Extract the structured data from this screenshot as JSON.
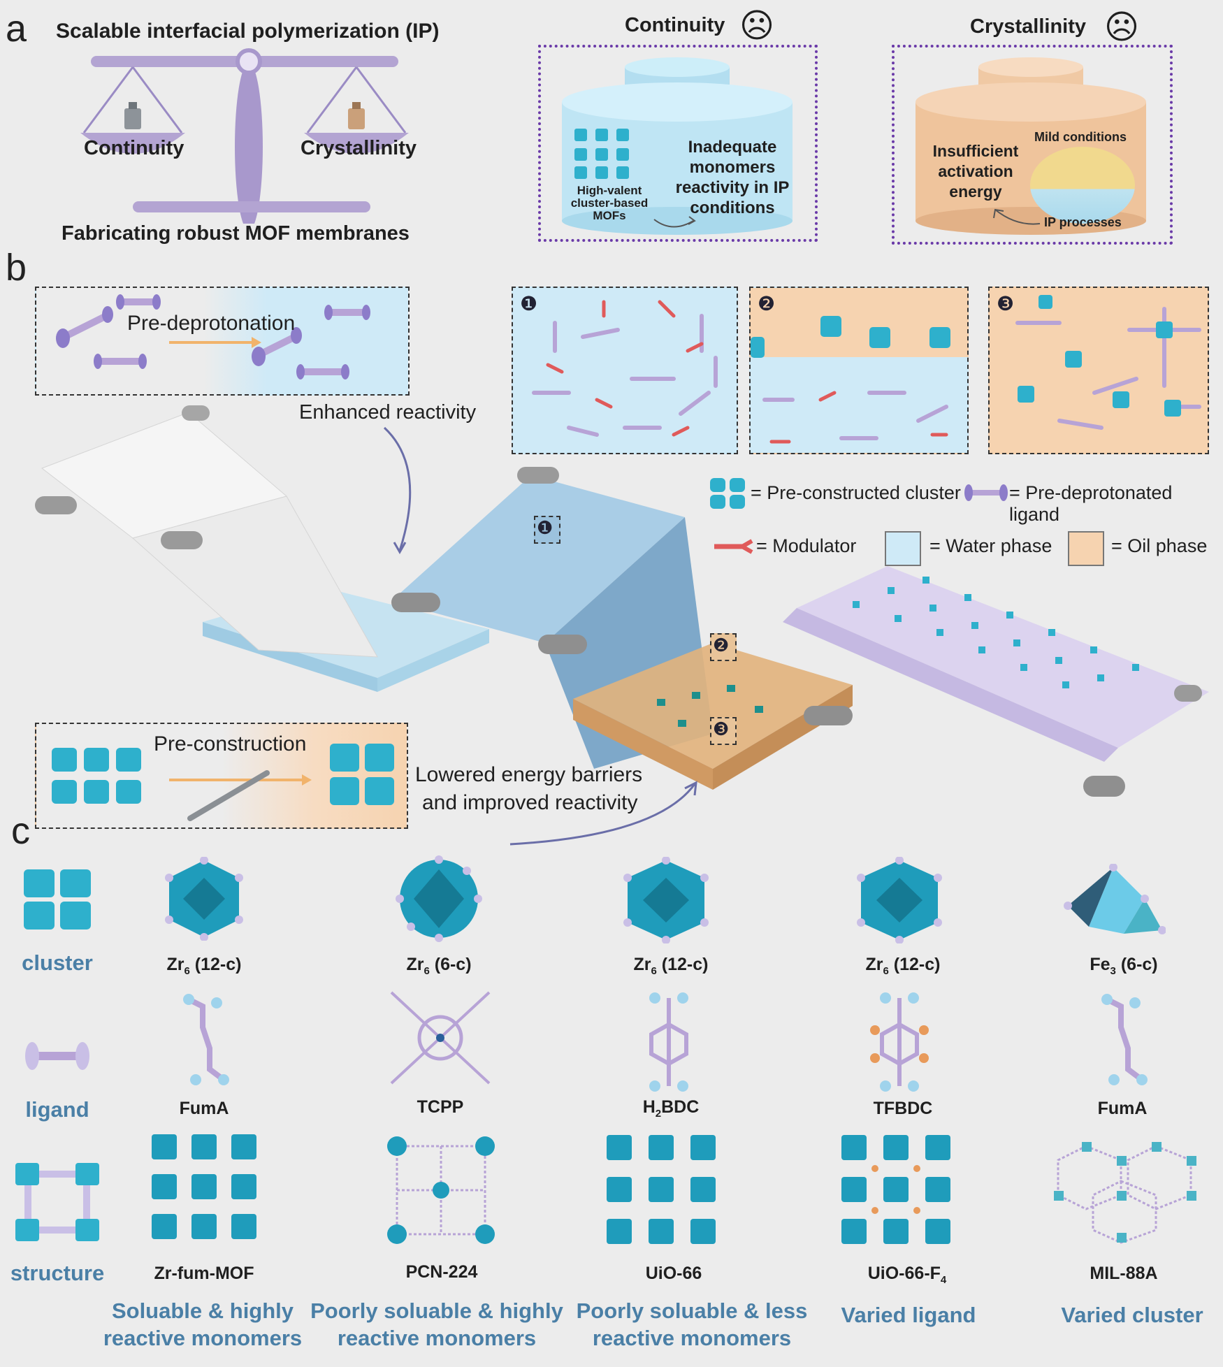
{
  "panels": {
    "a": "a",
    "b": "b",
    "c": "c"
  },
  "balance": {
    "title": "Scalable interfacial polymerization (IP)",
    "left_pan": "Continuity",
    "right_pan": "Crystallinity",
    "bottom": "Fabricating robust MOF membranes"
  },
  "continuity_box": {
    "title": "Continuity",
    "face": "☹",
    "mof_label": "High-valent cluster-based MOFs",
    "text": "Inadequate monomers reactivity in IP conditions"
  },
  "crystallinity_box": {
    "title": "Crystallinity",
    "face": "☹",
    "text": "Insufficient activation energy",
    "mild": "Mild conditions",
    "ip": "IP processes"
  },
  "process": {
    "pre_deprotonation": "Pre-deprotonation",
    "enhanced": "Enhanced reactivity",
    "pre_construction": "Pre-construction",
    "lowered_1": "Lowered energy barriers",
    "lowered_2": "and improved reactivity",
    "steps": [
      "❶",
      "❷",
      "❸"
    ]
  },
  "legend": {
    "cluster": "= Pre-constructed cluster",
    "ligand": "= Pre-deprotonated ligand",
    "modulator": "=  Modulator",
    "water": "=  Water phase",
    "oil": "= Oil phase"
  },
  "panel_c": {
    "row_labels": [
      "cluster",
      "ligand",
      "structure"
    ],
    "columns": [
      {
        "cluster": "Zr",
        "cluster_sub": "6",
        "cluster_suffix": " (12-c)",
        "ligand": "FumA",
        "ligand_sub": "",
        "ligand_suffix": "",
        "structure": "Zr-fum-MOF",
        "structure_sub": "",
        "caption_1": "Soluable & highly",
        "caption_2": "reactive monomers"
      },
      {
        "cluster": "Zr",
        "cluster_sub": "6",
        "cluster_suffix": " (6-c)",
        "ligand": "TCPP",
        "ligand_sub": "",
        "ligand_suffix": "",
        "structure": "PCN-224",
        "structure_sub": "",
        "caption_1": "Poorly soluable & highly",
        "caption_2": "reactive monomers"
      },
      {
        "cluster": "Zr",
        "cluster_sub": "6",
        "cluster_suffix": " (12-c)",
        "ligand": "H",
        "ligand_sub": "2",
        "ligand_suffix": "BDC",
        "structure": "UiO-66",
        "structure_sub": "",
        "caption_1": "Poorly soluable & less",
        "caption_2": "reactive monomers"
      },
      {
        "cluster": "Zr",
        "cluster_sub": "6",
        "cluster_suffix": " (12-c)",
        "ligand": "TFBDC",
        "ligand_sub": "",
        "ligand_suffix": "",
        "structure": "UiO-66-F",
        "structure_sub": "4",
        "caption_1": "Varied ligand",
        "caption_2": ""
      },
      {
        "cluster": "Fe",
        "cluster_sub": "3",
        "cluster_suffix": " (6-c)",
        "ligand": "FumA",
        "ligand_sub": "",
        "ligand_suffix": "",
        "structure": "MIL-88A",
        "structure_sub": "",
        "caption_1": "Varied cluster",
        "caption_2": ""
      }
    ]
  },
  "colors": {
    "water": "#cfeaf7",
    "oil": "#f6d3b0",
    "cluster": "#2eb0cc",
    "ligand": "#c9bfe6",
    "modulator": "#e05a5a",
    "purple": "#b7a3d6",
    "label_blue": "#4a7fa6"
  }
}
